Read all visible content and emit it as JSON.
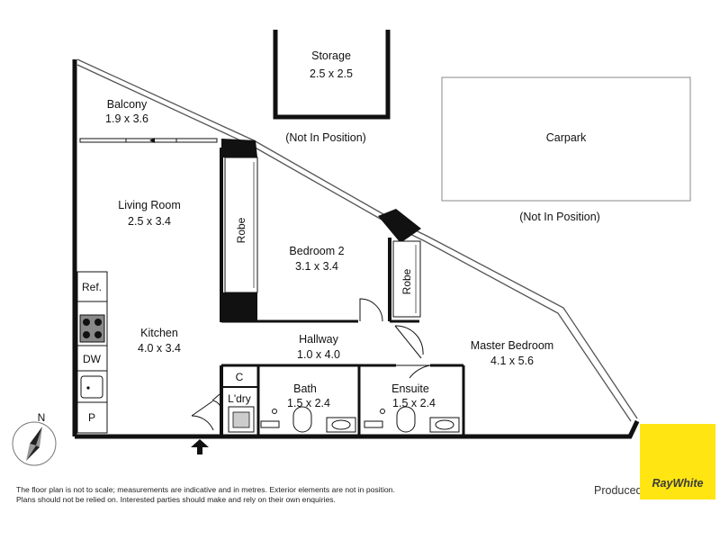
{
  "rooms": {
    "storage": {
      "name": "Storage",
      "dims": "2.5 x 2.5"
    },
    "storage_note": "(Not In Position)",
    "carpark": {
      "name": "Carpark"
    },
    "carpark_note": "(Not In Position)",
    "balcony": {
      "name": "Balcony",
      "dims": "1.9 x 3.6"
    },
    "living": {
      "name": "Living Room",
      "dims": "2.5 x 3.4"
    },
    "kitchen": {
      "name": "Kitchen",
      "dims": "4.0 x 3.4"
    },
    "bedroom2": {
      "name": "Bedroom 2",
      "dims": "3.1 x 3.4"
    },
    "hallway": {
      "name": "Hallway",
      "dims": "1.0 x 4.0"
    },
    "master": {
      "name": "Master Bedroom",
      "dims": "4.1 x 5.6"
    },
    "bath": {
      "name": "Bath",
      "dims": "1.5 x 2.4"
    },
    "ensuite": {
      "name": "Ensuite",
      "dims": "1.5 x 2.4"
    }
  },
  "fixtures": {
    "robe": "Robe",
    "fridge": "Ref.",
    "dishwasher": "DW",
    "pantry": "P",
    "cupboard": "C",
    "laundry": "L'dry"
  },
  "compass": {
    "north": "N"
  },
  "disclaimer": {
    "line1": "The floor plan is not to scale; measurements are indicative and in metres. Exterior elements are not in position.",
    "line2": "Plans should not be relied on. Interested parties should make and rely on their own enquiries."
  },
  "credit": {
    "produced": "Produced by DIAKRIT",
    "brand": "RayWhite"
  },
  "colors": {
    "wall": "#111111",
    "brand_yellow": "#ffe512"
  }
}
